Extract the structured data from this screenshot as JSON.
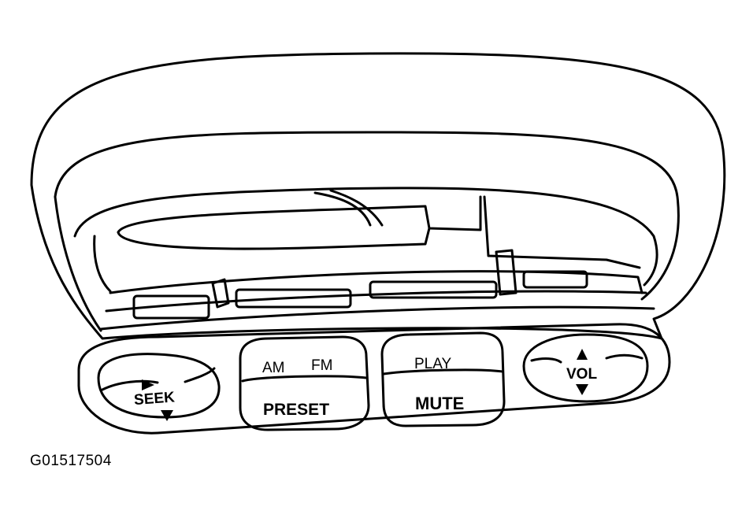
{
  "figure_id": "G01517504",
  "colors": {
    "ink": "#000000",
    "paper": "#ffffff"
  },
  "buttons": {
    "seek": {
      "label": "SEEK",
      "arrows": [
        "right-arrow-icon",
        "down-arrow-icon"
      ]
    },
    "am_fm": {
      "label_am": "AM",
      "label_fm": "FM"
    },
    "preset": {
      "label": "PRESET"
    },
    "play": {
      "label": "PLAY"
    },
    "mute": {
      "label": "MUTE"
    },
    "vol": {
      "label": "VOL",
      "arrows": [
        "up-arrow-icon",
        "down-arrow-icon"
      ]
    }
  }
}
